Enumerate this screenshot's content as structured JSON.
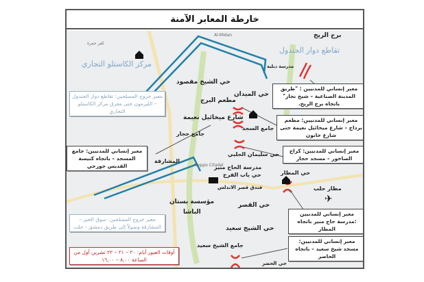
{
  "title": "خارطة المعابر الآمنة",
  "colors": {
    "exit_route": "#1f7fa8",
    "civilian_crossing": "#e03030",
    "frame": "#555555"
  },
  "places": {
    "burj_rih": "برج الريح",
    "jandoul": "تقاطع دوار الجندول",
    "school": "مدرسة دبلية",
    "kafr_hamra": "كفر حمرة",
    "castello": "مركز الكاستلو التجاري",
    "sheikh_maqsoud": "حي الشيخ مقصود",
    "midan": "حي الميدان",
    "burj_restaurant": "مطعم البرج",
    "mikhail": "شارع ميخائيل نعيمة",
    "sajid_mosque": "جامع السجد",
    "hajjar_mosque": "جامع حجار",
    "mashariqa": "المشارقة",
    "suleiman": "حي سليمان الحلبي",
    "haj_mounir": "مدرسة الحاج منير",
    "bab_faraj": "حي باب الفرج",
    "matar": "حي المطار",
    "hotel": "فندق قصر الاندلس",
    "airport": "مطار حلب",
    "bustan_1": "مؤسسة بستان",
    "bustan_2": "الباشا",
    "qasr": "حي القصر",
    "sheikh_saeed": "حي الشيخ سعيد",
    "sheikh_saeed_mosque": "جامع الشيخ سعيد",
    "hader": "حي الحضر",
    "citadel": "Aleppo Citadel",
    "al_midan_en": "Al-Midan"
  },
  "callouts": {
    "c1": "معبر إنساني للمدنيين : \"طريق المدينة الصناعية – شيخ نجار\" باتجاه برج الريح.",
    "c2": "معبر إنساني للمدنيين: مطعم برداج – شارع ميخائيل نعيمة حتى شارع خانون",
    "c3": "معبر إنساني للمدنيين: كراج الصاخور – مسجد حجار",
    "c4": "معبر إنساني للمدنيين :مدرسة حاج منير باتجاه المطار",
    "c5": "معبر إنساني للمدنيين: مسجد شيخ سعيد – باتجاه الحاضر",
    "l1": "معبر خروج المسلحين: تقاطع دوار الجندول – الليرمون حتى مفرق مركز الكاستلو التجاري",
    "l2": "معبر إنساني للمدنيين: جامع المسجد – باتجاه كنيسة القديس جورجي",
    "l3": "معبر خروج المسلحين: سوق الخير – المشارقة وصولاً إلى طريق دمشق - حلب",
    "times": "أوقات العبور أيام: ٢٠ – ٢١ – ٢٢ تشرين أول من الساعة ٨,٠٠ – ١٦,٠٠"
  }
}
